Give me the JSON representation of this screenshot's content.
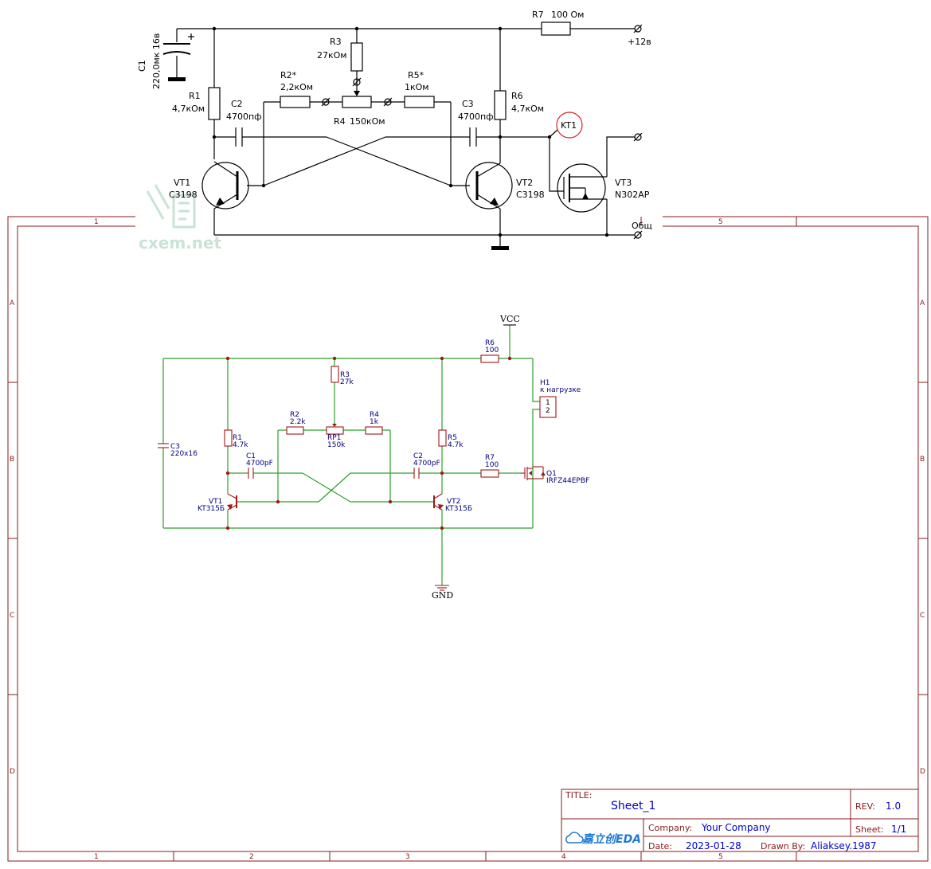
{
  "top_schematic": {
    "watermark": "cxem.net",
    "r7": {
      "ref": "R7",
      "value": "100 Ом"
    },
    "supply": "+12в",
    "common": "Общ",
    "c1": {
      "ref": "C1",
      "value": "220,0мк 16в"
    },
    "r3": {
      "ref": "R3",
      "value": "27кОм"
    },
    "r2": {
      "ref": "R2*",
      "value": "2,2кОм"
    },
    "r5": {
      "ref": "R5*",
      "value": "1кОм"
    },
    "r4": {
      "ref": "R4",
      "value": "150кОм"
    },
    "r1": {
      "ref": "R1",
      "value": "4,7кОм"
    },
    "r6": {
      "ref": "R6",
      "value": "4,7кОм"
    },
    "c2": {
      "ref": "C2",
      "value": "4700пф"
    },
    "c3": {
      "ref": "C3",
      "value": "4700пф"
    },
    "kt1": "KT1",
    "vt1": {
      "ref": "VT1",
      "value": "C3198"
    },
    "vt2": {
      "ref": "VT2",
      "value": "C3198"
    },
    "vt3": {
      "ref": "VT3",
      "value": "N302AP"
    }
  },
  "frame": {
    "cols_top": [
      "1",
      "5"
    ],
    "cols_bottom": [
      "1",
      "2",
      "3",
      "4",
      "5"
    ],
    "rows": [
      "A",
      "B",
      "C",
      "D"
    ]
  },
  "eda_schematic": {
    "vcc": "VCC",
    "gnd": "GND",
    "r6": {
      "ref": "R6",
      "value": "100"
    },
    "r3": {
      "ref": "R3",
      "value": "27k"
    },
    "h1": {
      "ref": "H1",
      "value": "к нагрузке",
      "pin1": "1",
      "pin2": "2"
    },
    "r2": {
      "ref": "R2",
      "value": "2.2k"
    },
    "r4": {
      "ref": "R4",
      "value": "1k"
    },
    "rp1": {
      "ref": "RP1",
      "value": "150k"
    },
    "r1": {
      "ref": "R1",
      "value": "4.7k"
    },
    "r5": {
      "ref": "R5",
      "value": "4.7k"
    },
    "c3": {
      "ref": "C3",
      "value": "220x16"
    },
    "c1": {
      "ref": "C1",
      "value": "4700pF"
    },
    "c2": {
      "ref": "C2",
      "value": "4700pF"
    },
    "r7": {
      "ref": "R7",
      "value": "100"
    },
    "q1": {
      "ref": "Q1",
      "value": "IRFZ44EPBF"
    },
    "vt1": {
      "ref": "VT1",
      "value": "KT315Б"
    },
    "vt2": {
      "ref": "VT2",
      "value": "KT315Б"
    }
  },
  "title_block": {
    "title_label": "TITLE:",
    "title": "Sheet_1",
    "rev_label": "REV:",
    "rev": "1.0",
    "company_label": "Company:",
    "company": "Your Company",
    "sheet_label": "Sheet:",
    "sheet": "1/1",
    "date_label": "Date:",
    "date": "2023-01-28",
    "drawn_label": "Drawn By:",
    "drawn": "Aliaksey.1987",
    "logo": "嘉立创EDA"
  },
  "colors": {
    "wire_green": "#2ca02c",
    "part_red": "#a01818",
    "frame": "#8a1a1a",
    "text_blue": "#000080"
  }
}
